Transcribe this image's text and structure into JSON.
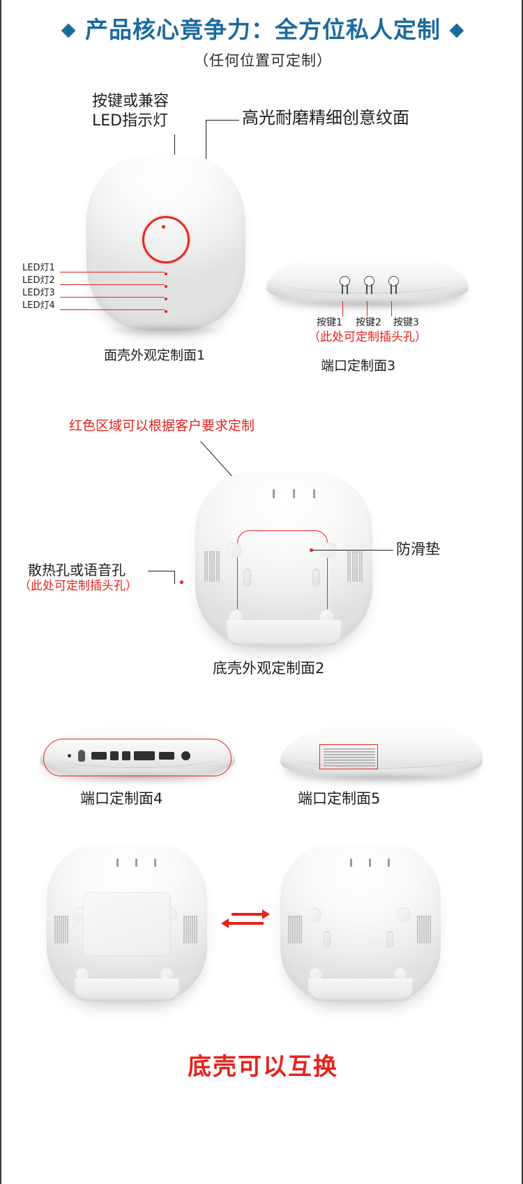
{
  "header": {
    "title": "产品核心竟争力：全方位私人定制",
    "diamond_left": "◆",
    "diamond_right": "◆",
    "subtitle": "（任何位置可定制）",
    "title_color": "#1b6a9c"
  },
  "colors": {
    "accent_blue": "#1b6a9c",
    "accent_red": "#e8211c",
    "text_dark": "#1d1d1d"
  },
  "section_top": {
    "label_button_led": "按键或兼容\nLED指示灯",
    "label_button_led_line1": "按键或兼容",
    "label_button_led_line2": "LED指示灯",
    "label_glossy": "高光耐磨精细创意纹面",
    "led_labels": [
      "LED灯1",
      "LED灯2",
      "LED灯3",
      "LED灯4"
    ],
    "caption_left": "面壳外观定制面1",
    "button_labels": [
      "按键1",
      "按键2",
      "按键3"
    ],
    "note_plug_hole": "（此处可定制插头孔）",
    "caption_right": "端口定制面3"
  },
  "section_middle": {
    "note_red_area": "红色区域可以根据客户要求定制",
    "label_antislip": "防滑垫",
    "label_vent": "散热孔或语音孔",
    "note_plug_hole": "（此处可定制插头孔）",
    "caption": "底壳外观定制面2"
  },
  "section_bottom": {
    "caption_left": "端口定制面4",
    "caption_right": "端口定制面5"
  },
  "section_swap": {
    "footer_text": "底壳可以互换"
  }
}
